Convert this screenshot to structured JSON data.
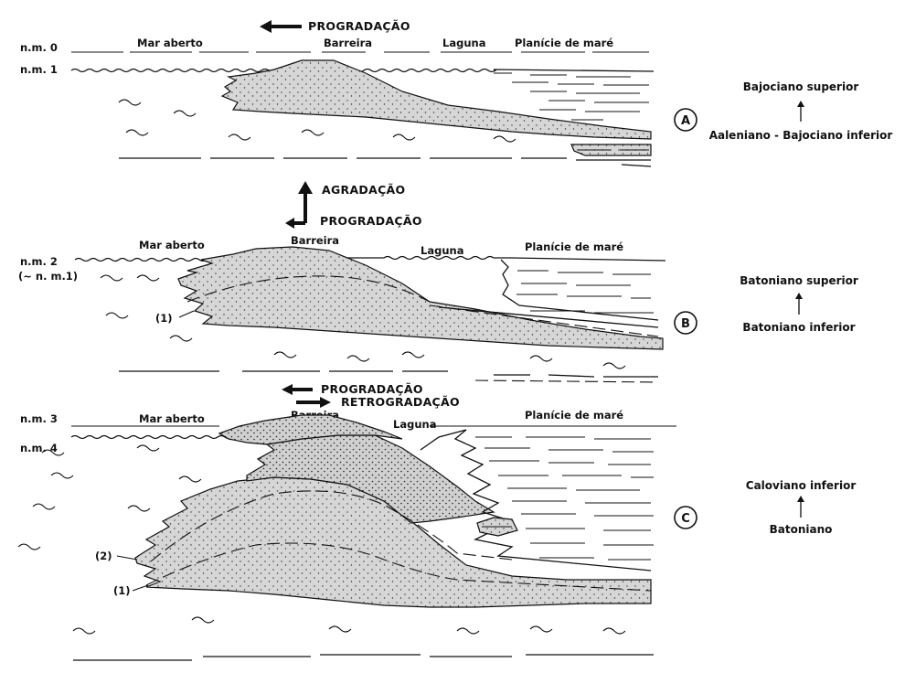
{
  "top": {
    "sea_levels": [
      "n.m. 0",
      "n.m. 1"
    ],
    "environments": [
      "Mar aberto",
      "Barreira",
      "Laguna",
      "Planície de maré"
    ],
    "trend": "PROGRADAÇÃO",
    "panel": "A",
    "age_upper": "Bajociano superior",
    "age_lower": "Aaleniano - Bajociano inferior"
  },
  "middle": {
    "sea_levels": [
      "n.m. 2",
      "(~ n. m.1)"
    ],
    "environments": [
      "Mar aberto",
      "Barreira",
      "Laguna",
      "Planície de maré"
    ],
    "trends": [
      "AGRADAÇÃO",
      "PROGRADAÇÃO"
    ],
    "unit_labels": [
      "(1)"
    ],
    "panel": "B",
    "age_upper": "Batoniano superior",
    "age_lower": "Batoniano inferior"
  },
  "bottom": {
    "sea_levels": [
      "n.m. 3",
      "n.m. 4"
    ],
    "environments": [
      "Mar aberto",
      "Barreira",
      "Laguna",
      "Planície de maré"
    ],
    "trends": [
      "PROGRADAÇÃO",
      "RETROGRADAÇÃO"
    ],
    "unit_labels": [
      "(2)",
      "(1)"
    ],
    "panel": "C",
    "age_upper": "Caloviano inferior",
    "age_lower": "Batoniano"
  },
  "colors": {
    "sand_fill": "#d8d8d8",
    "ink": "#111111"
  }
}
